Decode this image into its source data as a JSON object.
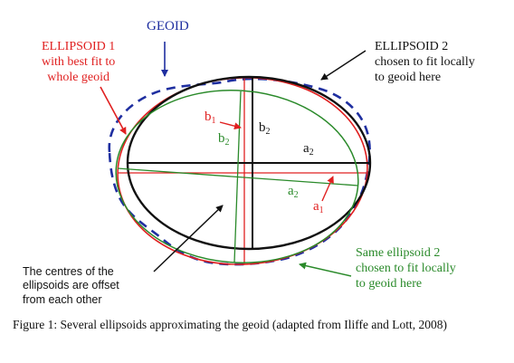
{
  "labels": {
    "geoid": "GEOID",
    "ellipsoid1": [
      "ELLIPSOID 1",
      "with best fit to",
      "whole geoid"
    ],
    "ellipsoid2": [
      "ELLIPSOID 2",
      "chosen to fit locally",
      "to geoid here"
    ],
    "same_ellipsoid2": [
      "Same ellipsoid 2",
      "chosen to fit locally",
      "to geoid here"
    ],
    "centres": [
      "The centres of the",
      "ellipsoids are offset",
      "from each other"
    ]
  },
  "symbols": {
    "b1": {
      "base": "b",
      "sub": "1"
    },
    "b2_green": {
      "base": "b",
      "sub": "2"
    },
    "b2_black": {
      "base": "b",
      "sub": "2"
    },
    "a2_black": {
      "base": "a",
      "sub": "2"
    },
    "a2_green": {
      "base": "a",
      "sub": "2"
    },
    "a1": {
      "base": "a",
      "sub": "1"
    }
  },
  "caption": "Figure 1: Several ellipsoids approximating the geoid (adapted from Iliffe and Lott, 2008)",
  "colors": {
    "red": "#e02020",
    "blue": "#1f2fa0",
    "green": "#2a8a2a",
    "black": "#111111"
  }
}
